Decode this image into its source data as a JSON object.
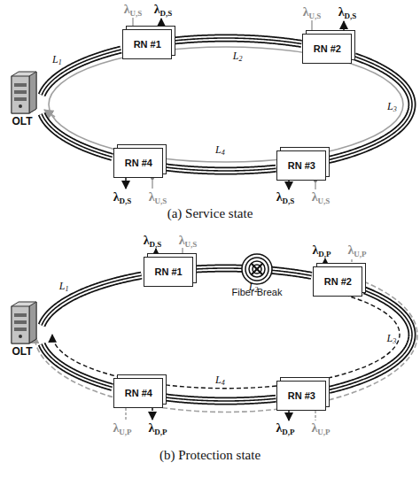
{
  "diagram": {
    "nodes": [
      {
        "text": [
          "OLT"
        ]
      },
      {
        "text": [
          "RN #1"
        ]
      },
      {
        "text": [
          "RN #2"
        ]
      },
      {
        "text": [
          "RN #3"
        ]
      },
      {
        "text": [
          "RN #4"
        ]
      },
      {
        "text": [
          "OLT"
        ]
      },
      {
        "text": [
          "RN #1"
        ]
      },
      {
        "text": [
          "RN #2"
        ]
      },
      {
        "text": [
          "RN #3"
        ]
      },
      {
        "text": [
          "RN #4"
        ]
      }
    ],
    "edges": [
      {
        "from": 0,
        "to": 1,
        "arrow": "none",
        "label": "L1"
      },
      {
        "from": 1,
        "to": 2,
        "arrow": "none",
        "label": "L2"
      },
      {
        "from": 2,
        "to": 3,
        "arrow": "none",
        "label": "L3"
      },
      {
        "from": 3,
        "to": 4,
        "arrow": "none",
        "label": "L4"
      },
      {
        "from": 4,
        "to": 0,
        "arrow": "none"
      },
      {
        "from": 5,
        "to": 6,
        "arrow": "none",
        "label": "L1"
      },
      {
        "from": 6,
        "to": 7,
        "arrow": "none",
        "label": "L2"
      },
      {
        "from": 7,
        "to": 8,
        "arrow": "none",
        "label": "L3"
      },
      {
        "from": 8,
        "to": 9,
        "arrow": "none",
        "label": "L4"
      },
      {
        "from": 9,
        "to": 5,
        "arrow": "none"
      }
    ],
    "labels": [
      "λU,S",
      "λD,S",
      "λU,S",
      "λD,S",
      "λD,S",
      "λU,S",
      "λD,S",
      "λU,S",
      "(a) Service state",
      "λD,S",
      "λU,S",
      "λD,P",
      "λU,P",
      "Fiber Break",
      "λU,P",
      "λD,P",
      "λD,P",
      "λU,P",
      "(b) Protection state"
    ]
  }
}
